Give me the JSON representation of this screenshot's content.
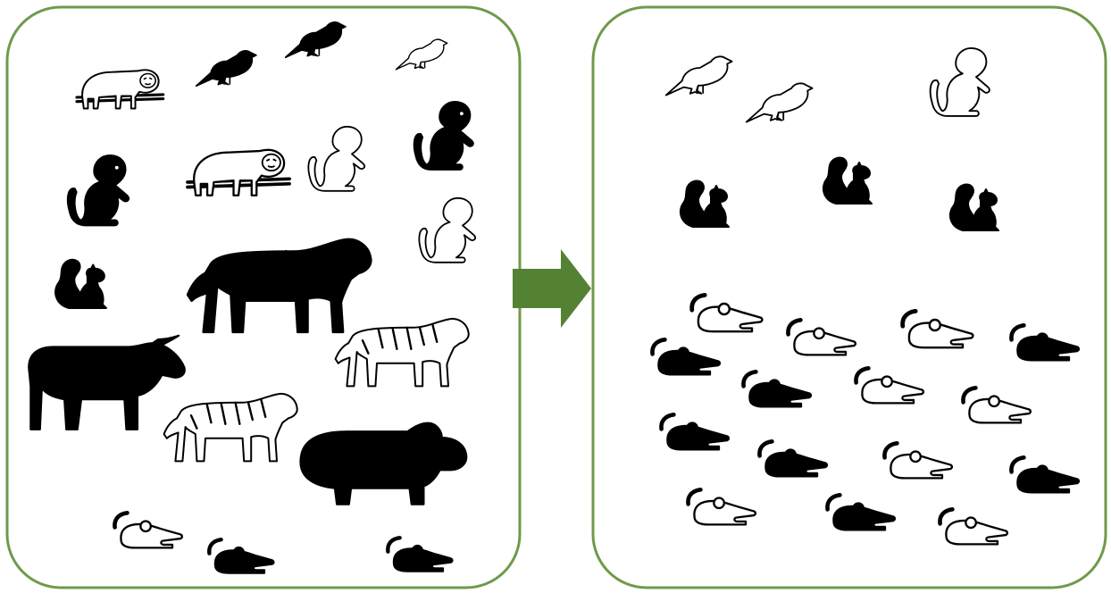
{
  "colors": {
    "panel_border": "#6f9a4a",
    "arrow": "#548235",
    "filled": "#000000",
    "outline_stroke": "#000000",
    "outline_fill": "#ffffff",
    "background": "#ffffff"
  },
  "panels": [
    {
      "name": "before-panel",
      "animals": [
        {
          "kind": "sloth",
          "style": "outline"
        },
        {
          "kind": "bird",
          "style": "filled"
        },
        {
          "kind": "bird",
          "style": "filled"
        },
        {
          "kind": "bird",
          "style": "outline"
        },
        {
          "kind": "monkey",
          "style": "filled"
        },
        {
          "kind": "sloth",
          "style": "outline"
        },
        {
          "kind": "monkey",
          "style": "outline"
        },
        {
          "kind": "monkey",
          "style": "filled"
        },
        {
          "kind": "monkey",
          "style": "outline"
        },
        {
          "kind": "squirrel",
          "style": "filled"
        },
        {
          "kind": "tiger",
          "style": "filled"
        },
        {
          "kind": "tiger",
          "style": "outline"
        },
        {
          "kind": "bull",
          "style": "filled"
        },
        {
          "kind": "tiger",
          "style": "outline"
        },
        {
          "kind": "hippo",
          "style": "filled"
        },
        {
          "kind": "mouse",
          "style": "outline"
        },
        {
          "kind": "mouse",
          "style": "filled"
        },
        {
          "kind": "mouse",
          "style": "filled"
        }
      ]
    },
    {
      "name": "after-panel",
      "animals": [
        {
          "kind": "bird",
          "style": "outline"
        },
        {
          "kind": "bird",
          "style": "outline"
        },
        {
          "kind": "monkey",
          "style": "outline"
        },
        {
          "kind": "squirrel",
          "style": "filled"
        },
        {
          "kind": "squirrel",
          "style": "filled"
        },
        {
          "kind": "squirrel",
          "style": "filled"
        },
        {
          "kind": "mouse",
          "style": "outline"
        },
        {
          "kind": "mouse",
          "style": "outline"
        },
        {
          "kind": "mouse",
          "style": "outline"
        },
        {
          "kind": "mouse",
          "style": "filled"
        },
        {
          "kind": "mouse",
          "style": "filled"
        },
        {
          "kind": "mouse",
          "style": "filled"
        },
        {
          "kind": "mouse",
          "style": "outline"
        },
        {
          "kind": "mouse",
          "style": "outline"
        },
        {
          "kind": "mouse",
          "style": "filled"
        },
        {
          "kind": "mouse",
          "style": "filled"
        },
        {
          "kind": "mouse",
          "style": "filled"
        },
        {
          "kind": "mouse",
          "style": "outline"
        },
        {
          "kind": "mouse",
          "style": "outline"
        },
        {
          "kind": "mouse",
          "style": "filled"
        },
        {
          "kind": "mouse",
          "style": "outline"
        }
      ]
    }
  ],
  "arrow": {
    "direction": "right",
    "icon": "arrow-right-icon"
  }
}
